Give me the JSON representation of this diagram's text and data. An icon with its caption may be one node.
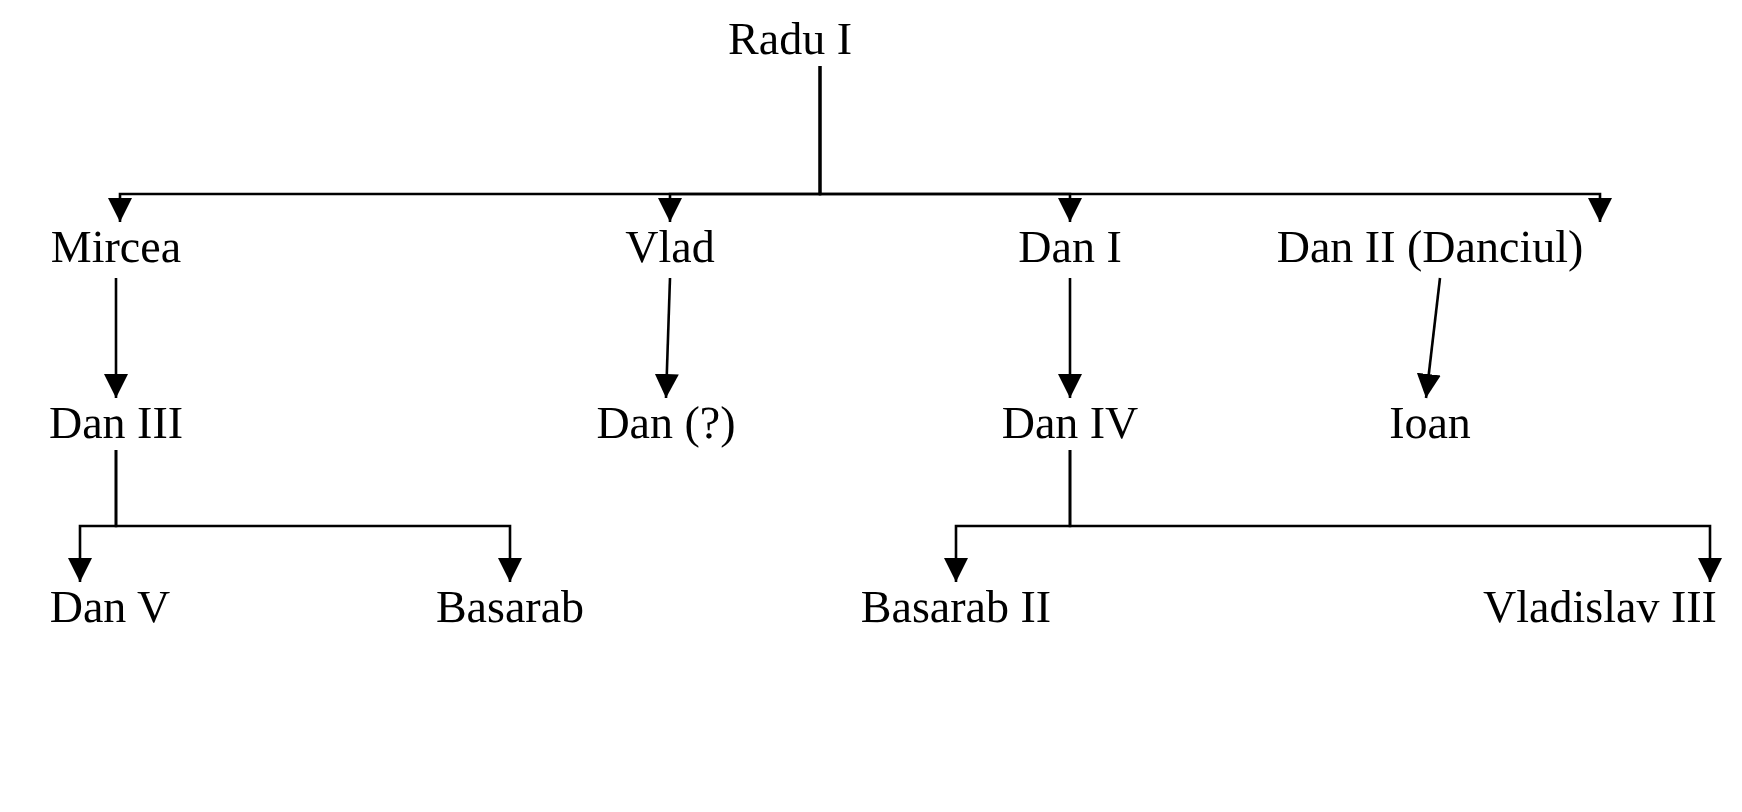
{
  "diagram": {
    "nodes": [
      {
        "text": [
          "Radu I"
        ]
      },
      {
        "text": [
          "Mircea"
        ]
      },
      {
        "text": [
          "Vlad"
        ]
      },
      {
        "text": [
          "Dan I"
        ]
      },
      {
        "text": [
          "Dan II (Danciul)"
        ]
      },
      {
        "text": [
          "Dan III"
        ]
      },
      {
        "text": [
          "Dan (?)"
        ]
      },
      {
        "text": [
          "Dan IV"
        ]
      },
      {
        "text": [
          "Ioan"
        ]
      },
      {
        "text": [
          "Dan V"
        ]
      },
      {
        "text": [
          "Basarab"
        ]
      },
      {
        "text": [
          "Basarab II"
        ]
      },
      {
        "text": [
          "Vladislav III"
        ]
      }
    ],
    "edges": [
      {
        "from": 0,
        "to": 1,
        "arrow": "to"
      },
      {
        "from": 0,
        "to": 2,
        "arrow": "to"
      },
      {
        "from": 0,
        "to": 3,
        "arrow": "to"
      },
      {
        "from": 0,
        "to": 4,
        "arrow": "to"
      },
      {
        "from": 1,
        "to": 5,
        "arrow": "to"
      },
      {
        "from": 2,
        "to": 6,
        "arrow": "to"
      },
      {
        "from": 3,
        "to": 7,
        "arrow": "to"
      },
      {
        "from": 4,
        "to": 8,
        "arrow": "to"
      },
      {
        "from": 5,
        "to": 9,
        "arrow": "to"
      },
      {
        "from": 5,
        "to": 10,
        "arrow": "to"
      },
      {
        "from": 7,
        "to": 11,
        "arrow": "to"
      },
      {
        "from": 7,
        "to": 12,
        "arrow": "to"
      }
    ]
  }
}
